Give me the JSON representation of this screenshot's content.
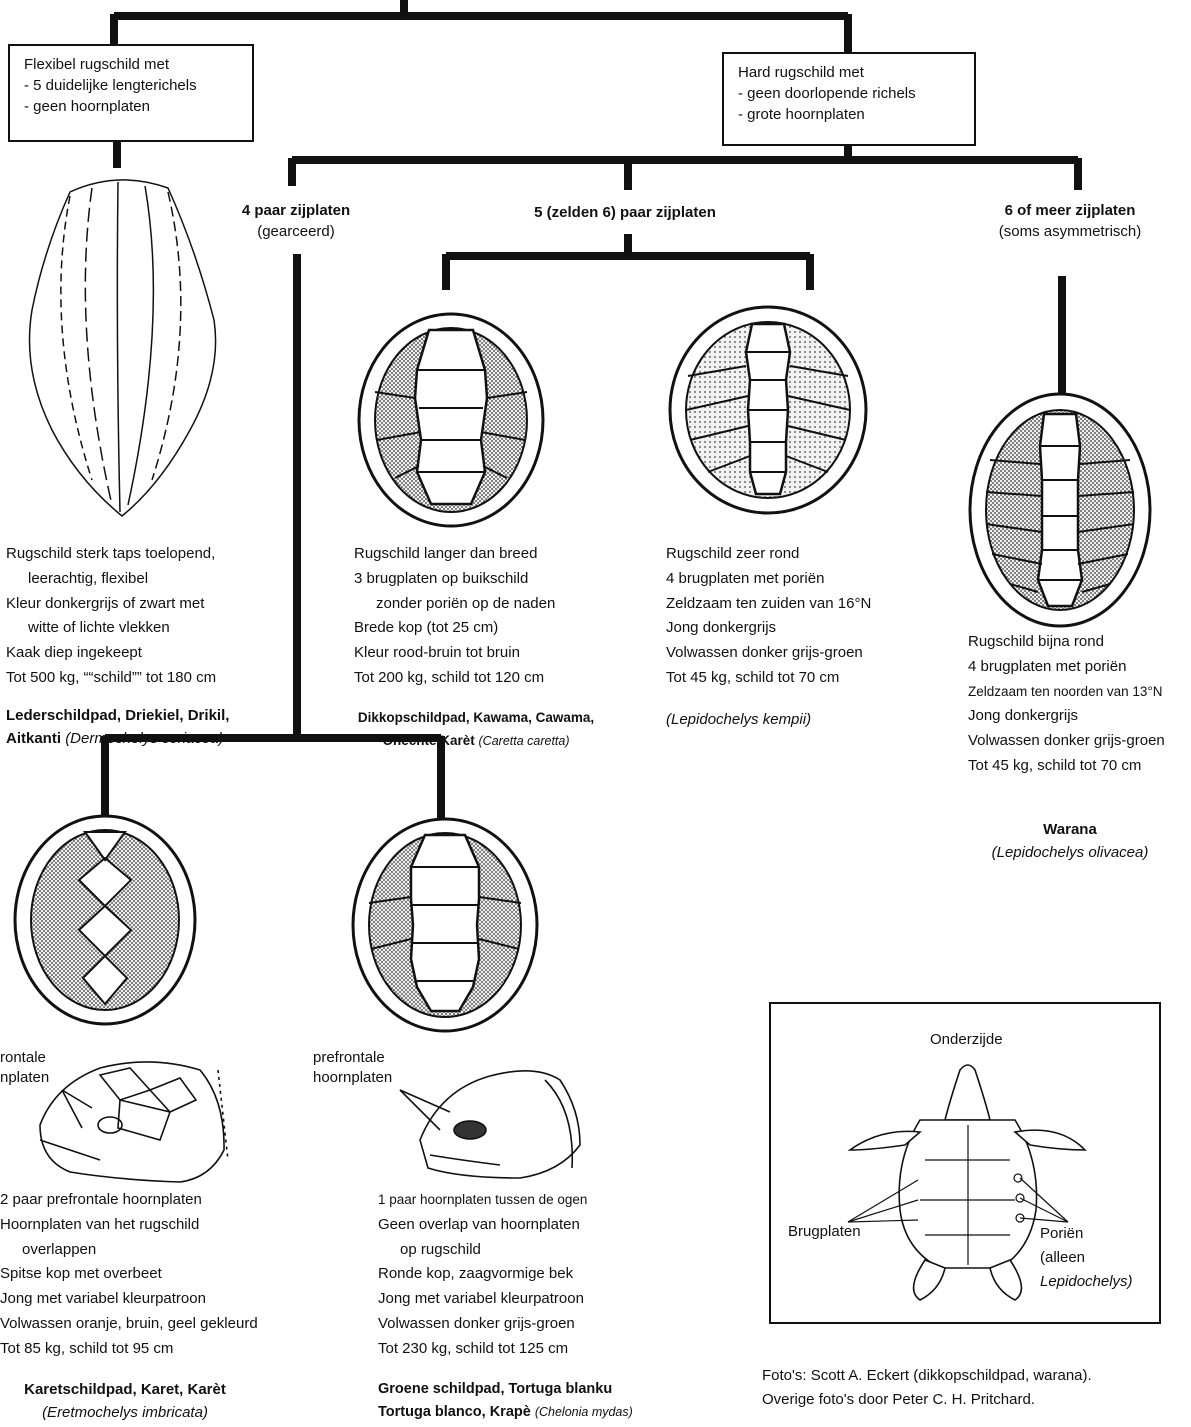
{
  "left_box": {
    "lines": [
      "Flexibel rugschild met",
      "- 5 duidelijke lengterichels",
      "- geen hoornplaten"
    ]
  },
  "right_box": {
    "lines": [
      "Hard rugschild met",
      "- geen doorlopende richels",
      "- grote hoornplaten"
    ]
  },
  "headers": {
    "four": {
      "bold": "4 paar zijplaten",
      "sub": "(gearceerd)"
    },
    "five": {
      "bold": "5 (zelden 6) paar zijplaten"
    },
    "six": {
      "bold": "6 of meer zijplaten",
      "sub": "(soms asymmetrisch)"
    }
  },
  "species": {
    "leather": {
      "desc": [
        "Rugschild sterk taps toelopend,",
        "leerachtig, flexibel",
        "Kleur donkergrijs of zwart met",
        "witte of lichte vlekken",
        "Kaak diep ingekeept",
        "Tot 500 kg, ““schild”” tot 180 cm"
      ],
      "name": "Lederschildpad, Driekiel, Drikil,",
      "name2": "Aitkanti",
      "sci": "(Dermochelys coriacea)"
    },
    "loggerhead": {
      "desc": [
        "Rugschild langer dan breed",
        "3 brugplaten op buikschild",
        "zonder poriën op de naden",
        "Brede kop (tot 25 cm)",
        "Kleur rood-bruin tot bruin",
        "Tot 200 kg, schild tot 120 cm"
      ],
      "name": "Dikkopschildpad, Kawama, Cawama,",
      "name2": "Onechte Karèt",
      "sci": "(Caretta caretta)"
    },
    "kemp": {
      "desc": [
        "Rugschild zeer rond",
        "4 brugplaten met poriën",
        "Zeldzaam ten zuiden van 16°N",
        "Jong donkergrijs",
        "Volwassen donker grijs-groen",
        "Tot 45 kg, schild tot 70 cm"
      ],
      "sci": "(Lepidochelys kempii)"
    },
    "olive": {
      "desc": [
        "Rugschild bijna rond",
        "4 brugplaten met poriën",
        "Zeldzaam ten noorden van 13°N",
        "Jong donkergrijs",
        "Volwassen donker grijs-groen",
        "Tot 45 kg, schild tot 70 cm"
      ],
      "name": "Warana",
      "sci": "(Lepidochelys olivacea)"
    },
    "hawksbill": {
      "label": [
        "rontale",
        "nplaten"
      ],
      "desc": [
        "2 paar prefrontale hoornplaten",
        "Hoornplaten van het rugschild",
        "overlappen",
        "Spitse kop met overbeet",
        "Jong met variabel kleurpatroon",
        "Volwassen oranje, bruin, geel gekleurd",
        "Tot 85 kg, schild tot 95 cm"
      ],
      "name": "Karetschildpad, Karet, Karèt",
      "sci": "(Eretmochelys imbricata)"
    },
    "green": {
      "label": [
        "prefrontale",
        "hoornplaten"
      ],
      "desc": [
        "1 paar hoornplaten tussen de ogen",
        "Geen overlap van hoornplaten",
        "op rugschild",
        "Ronde kop, zaagvormige bek",
        "Jong met variabel kleurpatroon",
        "Volwassen donker grijs-groen",
        "Tot 230 kg, schild tot 125 cm"
      ],
      "name": "Groene schildpad, Tortuga blanku",
      "name2": "Tortuga blanco, Krapè",
      "sci": "(Chelonia mydas)"
    }
  },
  "inset": {
    "title": "Onderzijde",
    "left_label": "Brugplaten",
    "right_label": [
      "Poriën",
      "(alleen"
    ],
    "right_label_italic": "Lepidochelys)"
  },
  "credits": [
    "Foto's: Scott A. Eckert (dikkopschildpad, warana).",
    "Overige foto's door Peter C. H. Pritchard."
  ]
}
